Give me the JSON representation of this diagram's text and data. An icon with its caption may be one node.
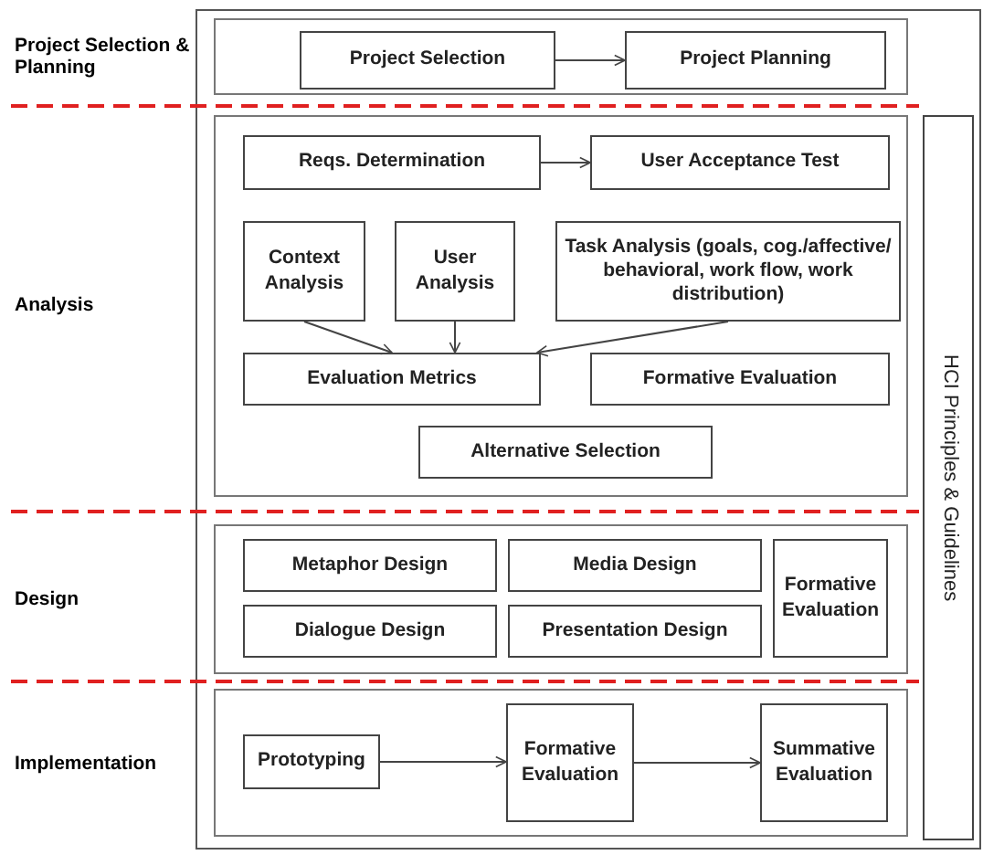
{
  "diagram": {
    "nodes": [
      {
        "text": [],
        "shape": "box"
      },
      {
        "text": [
          "Project Selection"
        ],
        "in": 0
      },
      {
        "text": [
          "Project Planning"
        ],
        "in": 0
      },
      {
        "text": [],
        "shape": "box"
      },
      {
        "text": [
          "Reqs. Determination"
        ],
        "in": 3
      },
      {
        "text": [
          "User Acceptance Test"
        ],
        "in": 3
      },
      {
        "text": [
          "Context Analysis"
        ],
        "in": 3
      },
      {
        "text": [
          "User Analysis"
        ],
        "in": 3
      },
      {
        "text": [
          "Task Analysis (goals, cog./affective/ behavioral, work flow, work distribution)"
        ],
        "in": 3
      },
      {
        "text": [
          "Evaluation Metrics"
        ],
        "in": 3
      },
      {
        "text": [
          "Formative Evaluation"
        ],
        "in": 3
      },
      {
        "text": [
          "Alternative Selection"
        ],
        "in": 3
      },
      {
        "text": [],
        "shape": "box"
      },
      {
        "text": [
          "Metaphor Design"
        ],
        "in": 12
      },
      {
        "text": [
          "Media Design"
        ],
        "in": 12
      },
      {
        "text": [
          "Formative Evaluation"
        ],
        "in": 12
      },
      {
        "text": [
          "Dialogue Design"
        ],
        "in": 12
      },
      {
        "text": [
          "Presentation Design"
        ],
        "in": 12
      },
      {
        "text": [],
        "shape": "box"
      },
      {
        "text": [
          "Prototyping"
        ],
        "in": 18
      },
      {
        "text": [
          "Formative Evaluation"
        ],
        "in": 18
      },
      {
        "text": [
          "Summative Evaluation"
        ],
        "in": 18
      },
      {
        "text": [
          "HCI Principles & Guidelines"
        ]
      }
    ],
    "edges": [
      {
        "from": 1,
        "to": 2,
        "arrow": "to"
      },
      {
        "from": 4,
        "to": 5,
        "arrow": "to"
      },
      {
        "from": 6,
        "to": 9,
        "arrow": "to"
      },
      {
        "from": 7,
        "to": 9,
        "arrow": "to"
      },
      {
        "from": 8,
        "to": 9,
        "arrow": "to"
      },
      {
        "from": 19,
        "to": 20,
        "arrow": "to"
      },
      {
        "from": 20,
        "to": 21,
        "arrow": "to"
      }
    ],
    "labels": [
      "Project Selection & Planning",
      "Analysis",
      "Design",
      "Implementation"
    ]
  }
}
